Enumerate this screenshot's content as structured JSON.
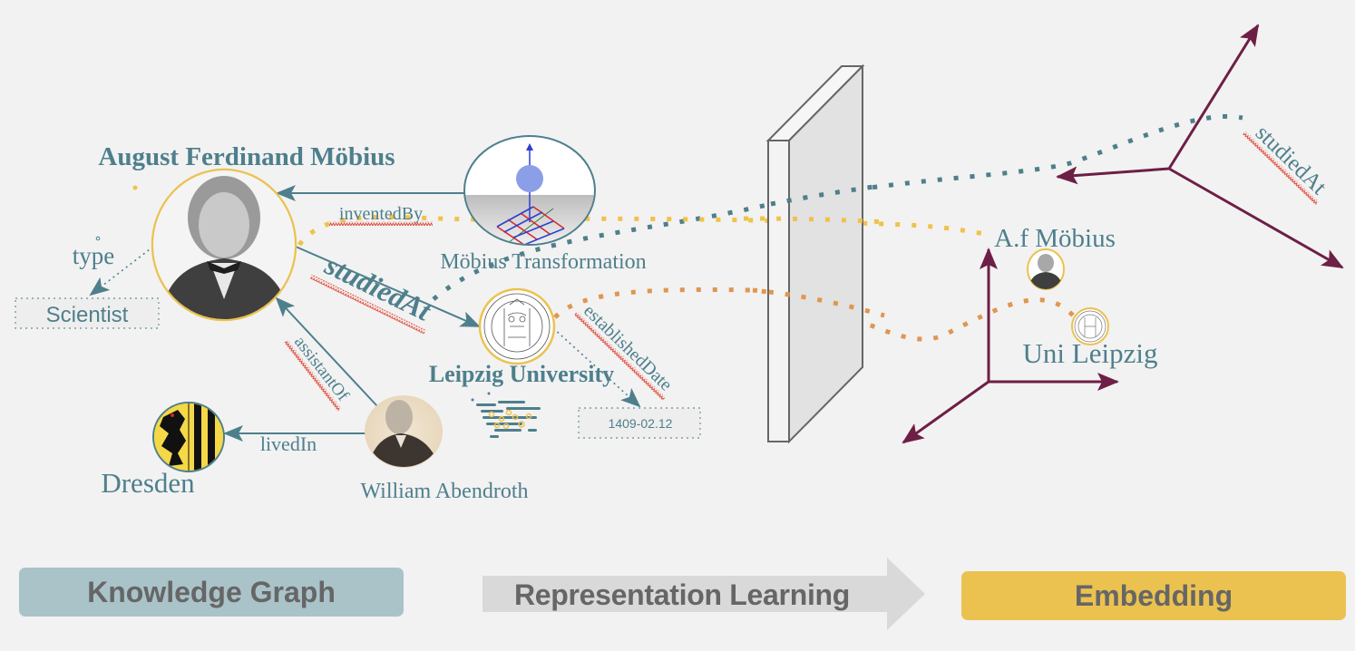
{
  "colors": {
    "background": "#f2f2f2",
    "text_teal": "#4e7f8c",
    "edge_teal": "#4e7f8c",
    "gold_ring": "#ebc24f",
    "gold_dots": "#f0c24a",
    "orange_dots": "#e09650",
    "teal_dots": "#4e7f8c",
    "embedding_axes": "#6d1f45",
    "spellcheck_underline": "#e04c3c",
    "kg_box": "#a9c3c9",
    "rl_arrow": "#d9d9d9",
    "embedding_box": "#ebc24f",
    "box_text": "#666666"
  },
  "knowledge_graph": {
    "entities": {
      "mobius": {
        "label": "August Ferdinand Möbius",
        "icon": "portrait-mobius"
      },
      "transformation": {
        "label": "Möbius Transformation",
        "icon": "mobius-transformation-plot"
      },
      "leipzig": {
        "label": "Leipzig University",
        "icon": "leipzig-seal"
      },
      "abendroth": {
        "label": "William Abendroth",
        "icon": "portrait-abendroth"
      },
      "dresden": {
        "label": "Dresden",
        "icon": "dresden-coat-of-arms"
      }
    },
    "literals": {
      "scientist": "Scientist",
      "date": "1409-02.12"
    },
    "relations": {
      "type": "type",
      "inventedBy": "inventedBy",
      "studiedAt": "studiedAt",
      "assistantOf": "assistantOf",
      "livedIn": "livedIn",
      "establishedDate": "establishedDate"
    }
  },
  "embedding": {
    "entity_mobius": "A.f Möbius",
    "entity_leipzig": "Uni Leipzig",
    "relation_studiedAt": "studiedAt"
  },
  "pipeline": {
    "knowledge_graph": "Knowledge Graph",
    "representation_learning": "Representation Learning",
    "embedding": "Embedding"
  }
}
